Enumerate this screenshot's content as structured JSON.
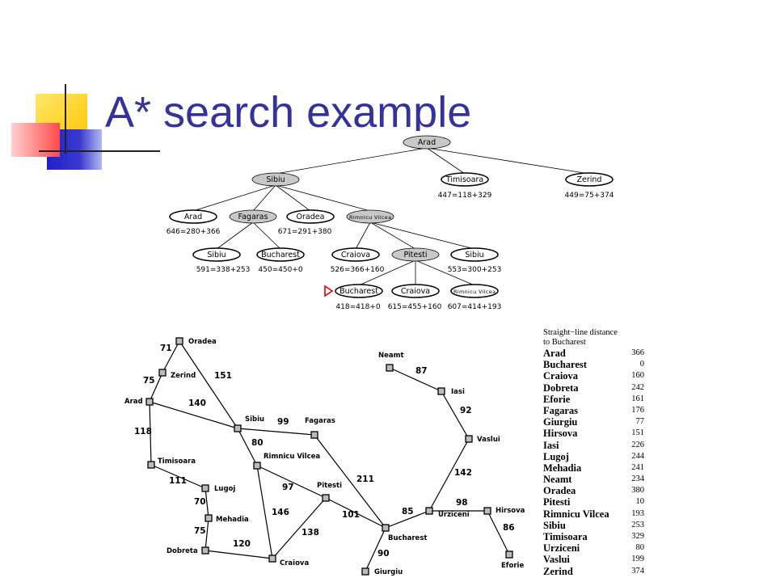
{
  "slide": {
    "title": "A* search example"
  },
  "tree": {
    "nodes": [
      {
        "id": "root",
        "label": "Arad",
        "expanded": true,
        "note": ""
      },
      {
        "id": "sibiu",
        "label": "Sibiu",
        "expanded": true,
        "note": ""
      },
      {
        "id": "timisoara",
        "label": "Timisoara",
        "expanded": false,
        "note": "447=118+329"
      },
      {
        "id": "zerind",
        "label": "Zerind",
        "expanded": false,
        "note": "449=75+374"
      },
      {
        "id": "arad2",
        "label": "Arad",
        "expanded": false,
        "note": "646=280+366"
      },
      {
        "id": "fagaras",
        "label": "Fagaras",
        "expanded": true,
        "note": ""
      },
      {
        "id": "oradea",
        "label": "Oradea",
        "expanded": false,
        "note": "671=291+380"
      },
      {
        "id": "rimnicu",
        "label": "Rimnicu Vilcea",
        "expanded": true,
        "note": ""
      },
      {
        "id": "sibiu2",
        "label": "Sibiu",
        "expanded": false,
        "note": "591=338+253"
      },
      {
        "id": "bucharest1",
        "label": "Bucharest",
        "expanded": false,
        "note": "450=450+0"
      },
      {
        "id": "craiova1",
        "label": "Craiova",
        "expanded": false,
        "note": "526=366+160"
      },
      {
        "id": "pitesti",
        "label": "Pitesti",
        "expanded": true,
        "note": ""
      },
      {
        "id": "sibiu3",
        "label": "Sibiu",
        "expanded": false,
        "note": "553=300+253"
      },
      {
        "id": "bucharest2",
        "label": "Bucharest",
        "expanded": false,
        "note": "418=418+0"
      },
      {
        "id": "craiova2",
        "label": "Craiova",
        "expanded": false,
        "note": "615=455+160"
      },
      {
        "id": "rimnicu2",
        "label": "Rimnicu Vilcea",
        "expanded": false,
        "note": "607=414+193"
      }
    ],
    "edges": [
      [
        "root",
        "sibiu"
      ],
      [
        "root",
        "timisoara"
      ],
      [
        "root",
        "zerind"
      ],
      [
        "sibiu",
        "arad2"
      ],
      [
        "sibiu",
        "fagaras"
      ],
      [
        "sibiu",
        "oradea"
      ],
      [
        "sibiu",
        "rimnicu"
      ],
      [
        "fagaras",
        "sibiu2"
      ],
      [
        "fagaras",
        "bucharest1"
      ],
      [
        "rimnicu",
        "craiova1"
      ],
      [
        "rimnicu",
        "pitesti"
      ],
      [
        "rimnicu",
        "sibiu3"
      ],
      [
        "pitesti",
        "bucharest2"
      ],
      [
        "pitesti",
        "craiova2"
      ],
      [
        "pitesti",
        "rimnicu2"
      ]
    ],
    "goal_marker_node": "bucharest2"
  },
  "map": {
    "cities": [
      {
        "id": "oradea",
        "name": "Oradea"
      },
      {
        "id": "zerind",
        "name": "Zerind"
      },
      {
        "id": "arad",
        "name": "Arad"
      },
      {
        "id": "timisoara",
        "name": "Timisoara"
      },
      {
        "id": "lugoj",
        "name": "Lugoj"
      },
      {
        "id": "mehadia",
        "name": "Mehadia"
      },
      {
        "id": "dobreta",
        "name": "Dobreta"
      },
      {
        "id": "sibiu",
        "name": "Sibiu"
      },
      {
        "id": "rimnicu",
        "name": "Rimnicu Vilcea"
      },
      {
        "id": "craiova",
        "name": "Craiova"
      },
      {
        "id": "fagaras",
        "name": "Fagaras"
      },
      {
        "id": "pitesti",
        "name": "Pitesti"
      },
      {
        "id": "bucharest",
        "name": "Bucharest"
      },
      {
        "id": "giurgiu",
        "name": "Giurgiu"
      },
      {
        "id": "urziceni",
        "name": "Urziceni"
      },
      {
        "id": "hirsova",
        "name": "Hirsova"
      },
      {
        "id": "eforie",
        "name": "Eforie"
      },
      {
        "id": "vaslui",
        "name": "Vaslui"
      },
      {
        "id": "iasi",
        "name": "Iasi"
      },
      {
        "id": "neamt",
        "name": "Neamt"
      }
    ],
    "roads": [
      {
        "a": "oradea",
        "b": "zerind",
        "d": "71"
      },
      {
        "a": "zerind",
        "b": "arad",
        "d": "75"
      },
      {
        "a": "oradea",
        "b": "sibiu",
        "d": "151"
      },
      {
        "a": "arad",
        "b": "sibiu",
        "d": "140"
      },
      {
        "a": "arad",
        "b": "timisoara",
        "d": "118"
      },
      {
        "a": "timisoara",
        "b": "lugoj",
        "d": "111"
      },
      {
        "a": "lugoj",
        "b": "mehadia",
        "d": "70"
      },
      {
        "a": "mehadia",
        "b": "dobreta",
        "d": "75"
      },
      {
        "a": "dobreta",
        "b": "craiova",
        "d": "120"
      },
      {
        "a": "sibiu",
        "b": "fagaras",
        "d": "99"
      },
      {
        "a": "sibiu",
        "b": "rimnicu",
        "d": "80"
      },
      {
        "a": "rimnicu",
        "b": "pitesti",
        "d": "97"
      },
      {
        "a": "rimnicu",
        "b": "craiova",
        "d": "146"
      },
      {
        "a": "craiova",
        "b": "pitesti",
        "d": "138"
      },
      {
        "a": "fagaras",
        "b": "bucharest",
        "d": "211"
      },
      {
        "a": "pitesti",
        "b": "bucharest",
        "d": "101"
      },
      {
        "a": "bucharest",
        "b": "giurgiu",
        "d": "90"
      },
      {
        "a": "bucharest",
        "b": "urziceni",
        "d": "85"
      },
      {
        "a": "urziceni",
        "b": "hirsova",
        "d": "98"
      },
      {
        "a": "hirsova",
        "b": "eforie",
        "d": "86"
      },
      {
        "a": "urziceni",
        "b": "vaslui",
        "d": "142"
      },
      {
        "a": "vaslui",
        "b": "iasi",
        "d": "92"
      },
      {
        "a": "iasi",
        "b": "neamt",
        "d": "87"
      }
    ]
  },
  "sld_table": {
    "header_line1": "Straight−line distance",
    "header_line2": "to Bucharest",
    "rows": [
      {
        "city": "Arad",
        "value": "366"
      },
      {
        "city": "Bucharest",
        "value": "0"
      },
      {
        "city": "Craiova",
        "value": "160"
      },
      {
        "city": "Dobreta",
        "value": "242"
      },
      {
        "city": "Eforie",
        "value": "161"
      },
      {
        "city": "Fagaras",
        "value": "176"
      },
      {
        "city": "Giurgiu",
        "value": "77"
      },
      {
        "city": "Hirsova",
        "value": "151"
      },
      {
        "city": "Iasi",
        "value": "226"
      },
      {
        "city": "Lugoj",
        "value": "244"
      },
      {
        "city": "Mehadia",
        "value": "241"
      },
      {
        "city": "Neamt",
        "value": "234"
      },
      {
        "city": "Oradea",
        "value": "380"
      },
      {
        "city": "Pitesti",
        "value": "10"
      },
      {
        "city": "Rimnicu Vilcea",
        "value": "193"
      },
      {
        "city": "Sibiu",
        "value": "253"
      },
      {
        "city": "Timisoara",
        "value": "329"
      },
      {
        "city": "Urziceni",
        "value": "80"
      },
      {
        "city": "Vaslui",
        "value": "199"
      },
      {
        "city": "Zerind",
        "value": "374"
      }
    ]
  },
  "colors": {
    "title": "#33339a",
    "expanded_fill": "#c8c8c8",
    "goal_marker": "#e00000",
    "deco_yellow": "#ffd200",
    "deco_blue": "#3a3ad0",
    "deco_red": "#ff3c3c"
  }
}
